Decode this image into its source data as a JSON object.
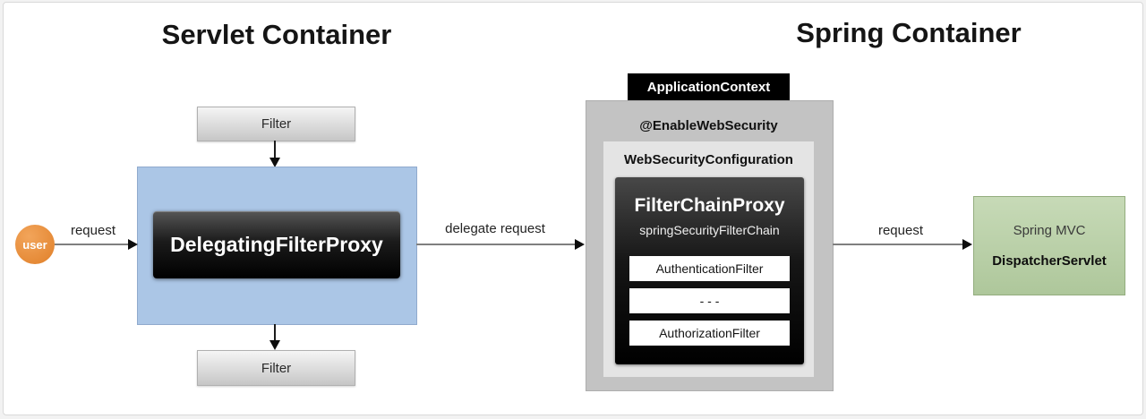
{
  "titles": {
    "servlet_container": "Servlet Container",
    "spring_container": "Spring Container"
  },
  "user_node": {
    "label": "user"
  },
  "edges": {
    "request_in": "request",
    "delegate_request": "delegate request",
    "request_out": "request"
  },
  "servlet_side": {
    "filter_top": "Filter",
    "delegating_filter_proxy": "DelegatingFilterProxy",
    "filter_bottom": "Filter"
  },
  "spring_side": {
    "application_context": "ApplicationContext",
    "enable_web_security": "@EnableWebSecurity",
    "web_security_configuration": "WebSecurityConfiguration",
    "filter_chain_proxy": "FilterChainProxy",
    "filter_chain_bean": "springSecurityFilterChain",
    "filters": [
      "AuthenticationFilter",
      "- - -",
      "AuthorizationFilter"
    ]
  },
  "mvc": {
    "label": "Spring MVC",
    "servlet": "DispatcherServlet"
  },
  "colors": {
    "user": "#e8893c",
    "servlet_proxy_container": "#abc6e6",
    "application_context_bg": "#000000",
    "spring_outer_gray": "#c3c3c3",
    "spring_inner_gray": "#e4e4e4",
    "black_proxy_box": "#1a1a1a",
    "mvc_green": "#b6cfa3"
  }
}
